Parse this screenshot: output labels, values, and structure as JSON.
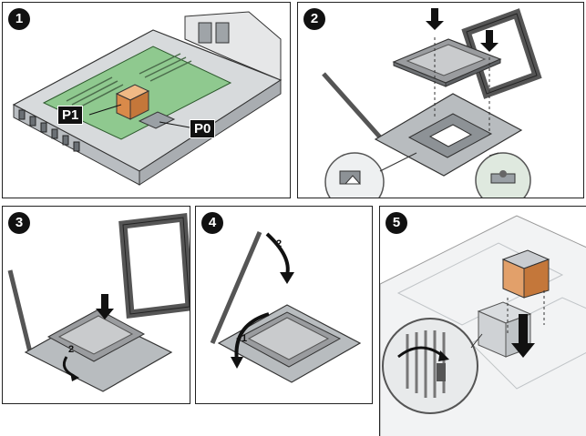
{
  "steps": [
    "1",
    "2",
    "3",
    "4",
    "5"
  ],
  "panel1": {
    "labels": {
      "p1": "P1",
      "p0": "P0"
    }
  },
  "panel3": {
    "callouts": [
      "2"
    ]
  },
  "panel4": {
    "callouts": [
      "1",
      "2"
    ]
  },
  "colors": {
    "board_green": "#8fc98f",
    "heatsink_orange": "#e2a06a",
    "chassis_gray": "#c9cccf",
    "badge_black": "#111111",
    "outline": "#333333"
  }
}
